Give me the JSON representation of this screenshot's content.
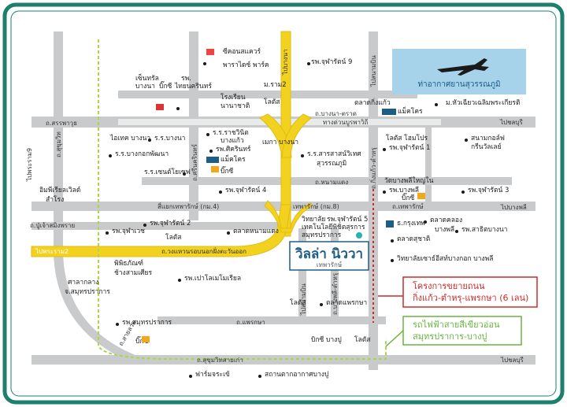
{
  "colors": {
    "frame": "#1e7f6c",
    "road": "#c9cacb",
    "expressway": "#f2d21e",
    "bts_line": "#a6d84a",
    "red_note": "#d12a2a",
    "green_note": "#6bb33f",
    "airport_box": "#a7d3ea",
    "logo": "#1f5e84"
  },
  "roads": {
    "sanphawut": "ถ.สรรพาวุธ",
    "sukhumvit": "ถ.สุขุมวิท",
    "bang_na_trat": "ถ.บางนา-ตราด",
    "bang_na_expressway": "ทางด่วนบูรพาวิถี",
    "to_chonburi_top": "ไปชลบุรี",
    "to_chonburi_bottom": "ไปชลบุรี",
    "to_bang_phli": "ไปบางพลี",
    "sri_nakarin": "ถ.ศรีนครินทร์",
    "king_kaew": "ถ.กิ่งแก้ว-ตำหรุ",
    "nong_ngu_hao": "ถ.หนามแดง",
    "thepharak": "ถ.เทพารักษ์",
    "thepharak_junction": "สี่แยกเทพารักษ์ (กม.4)",
    "thepharak_km8": "เทพารักษ์ (กม.8)",
    "pu_chao": "ถ.ปู่เจ้าสมิงพราย",
    "outer_ring": "ถ.วงแหวนรอบนอกฝั่งตะวันออก",
    "to_phra_ram_2": "ไปพระราม2",
    "to_bang_na": "ไปบางนา",
    "to_rama9": "ไปพระราม9",
    "sukhumvit_old": "ถ.สุขุมวิทสายเก่า",
    "srinakarin_south": "ถ.สายลวด",
    "bang_phli_tamru": "ถ.บางพลี-ตำหรุ",
    "phraek_sa": "ถ.แพรกษา",
    "to_airport": "ไปสนามบิน"
  },
  "airport": {
    "label": "ท่าอากาศยานสุวรรณภูมิ"
  },
  "logo": {
    "name": "วิลล่า นิววา",
    "sub": "เทพารักษ์"
  },
  "notes": {
    "red_title": "โครงการขยายถนน",
    "red_sub": "กิ่งแก้ว-ตำหรุ-แพรกษา (6 เลน)",
    "green_title": "รถไฟฟ้าสายสีเขียวอ่อน",
    "green_sub": "สมุทรปราการ-บางปู"
  },
  "places": {
    "seacon_square": "ซีคอนสแควร์",
    "paradise_park": "พาราไดซ์ พาร์ค",
    "hosp_chularat9": "รพ.จุฬารัตน์ 9",
    "central_bangna": "เซ็นทรัล",
    "central_bangna2": "บางนา",
    "bigc_1": "บิ๊กซี",
    "hosp_thai_nakarin": "รพ.",
    "hosp_thai_nakarin2": "ไทยนครินทร์",
    "school": "โรงเรียน",
    "school2": "นานาชาติ",
    "mega_bangna": "เมกา บางนา",
    "rama2_1": "ม.ราม2",
    "lotus_1": "โลตัส",
    "king_kaew_market": "ตลาดกิ่งแก้ว",
    "makro_1": "แม็คโคร",
    "m_huachiew": "ม.หัวเฉียวเฉลิมพระเกียรติ",
    "iconic": "ไอเทค บางนา",
    "school_bang_na": "ร.ร.บางนา",
    "school_bangkok_pattana": "ร.ร.บางกอกพัฒนา",
    "school_st_andrews": "ร.ร.เซนต์โยเซฟ",
    "school_rajavinit": "ร.ร.ราชวินิต",
    "school_rajavinit2": "บางแก้ว",
    "hosp_sikarin": "รพ.ศิครินทร์",
    "makro_2": "แม็คโคร",
    "bigc_2": "บิ๊กซี",
    "school_sarasas": "ร.ร.สารสาสน์วิเทศ",
    "school_sarasas2": "สุวรรณภูมิ",
    "lotus_homepro": "โลตัส โฮมโปร",
    "hosp_chularat1": "รพ.จุฬารัตน์ 1",
    "golf": "สนามกอล์ฟ",
    "golf2": "กรีนวัลเลย์",
    "imperial_world": "อิมพีเรียลเวิลด์",
    "imperial_world2": "สำโรง",
    "hosp_chularat4": "รพ.จุฬารัตน์ 4",
    "wat_bang_phli": "วัดบางพลีใหญ่ใน",
    "hosp_bang_phli": "รพ.บางพลี",
    "bigc_3": "บิ๊กซี",
    "hosp_chularat3": "รพ.จุฬารัตน์ 3",
    "hosp_chularat5": "รพ.จุฬารัตน์ 5",
    "technic_college": "วิทยาลัย",
    "technic_college2": "เทคโนโลยีพิชิตสุรการ",
    "technic_college3": "สมุทรปราการ",
    "bank_krungthai": "ธ.กรุงเทพ",
    "market_suchart": "ตลาดสุชาติ",
    "market_klong": "ตลาดคลอง",
    "market_klong2": "บางพลี",
    "science_college": "วิทยาลัยเซาธ์อีสท์บางกอก บางพลี",
    "hosp_chularat2": "รพ.จุฬารัตน์ 2",
    "hosp_jahavej": "รพ.จุฬาเวช",
    "lotus_2": "โลตัส",
    "market_nongbon": "ตลาดหนามแดง",
    "hosp_sarithonbanana": "รพ.สาธิตบางนา",
    "museum": "พิพิธภัณฑ์",
    "museum2": "ช้างสามเศียร",
    "city_hall": "ศาลากลาง",
    "city_hall2": "จ.สมุทรปราการ",
    "hosp_papaipo": "รพ.เปาโลเมโมเรียล",
    "lotus_3": "โลตัส",
    "market_phraeksa": "ตลาดแพรกษา",
    "hosp_samut_prakan": "รพ.สมุทรปราการ",
    "bigc_4": "บิ๊กซี",
    "mega_bangpu": "บิกซี บางปู",
    "lotus_4": "โลตัส",
    "farm_crocodile": "ฟาร์มจระเข้",
    "station_bangpu": "สถานตากอากาศบางปู"
  }
}
